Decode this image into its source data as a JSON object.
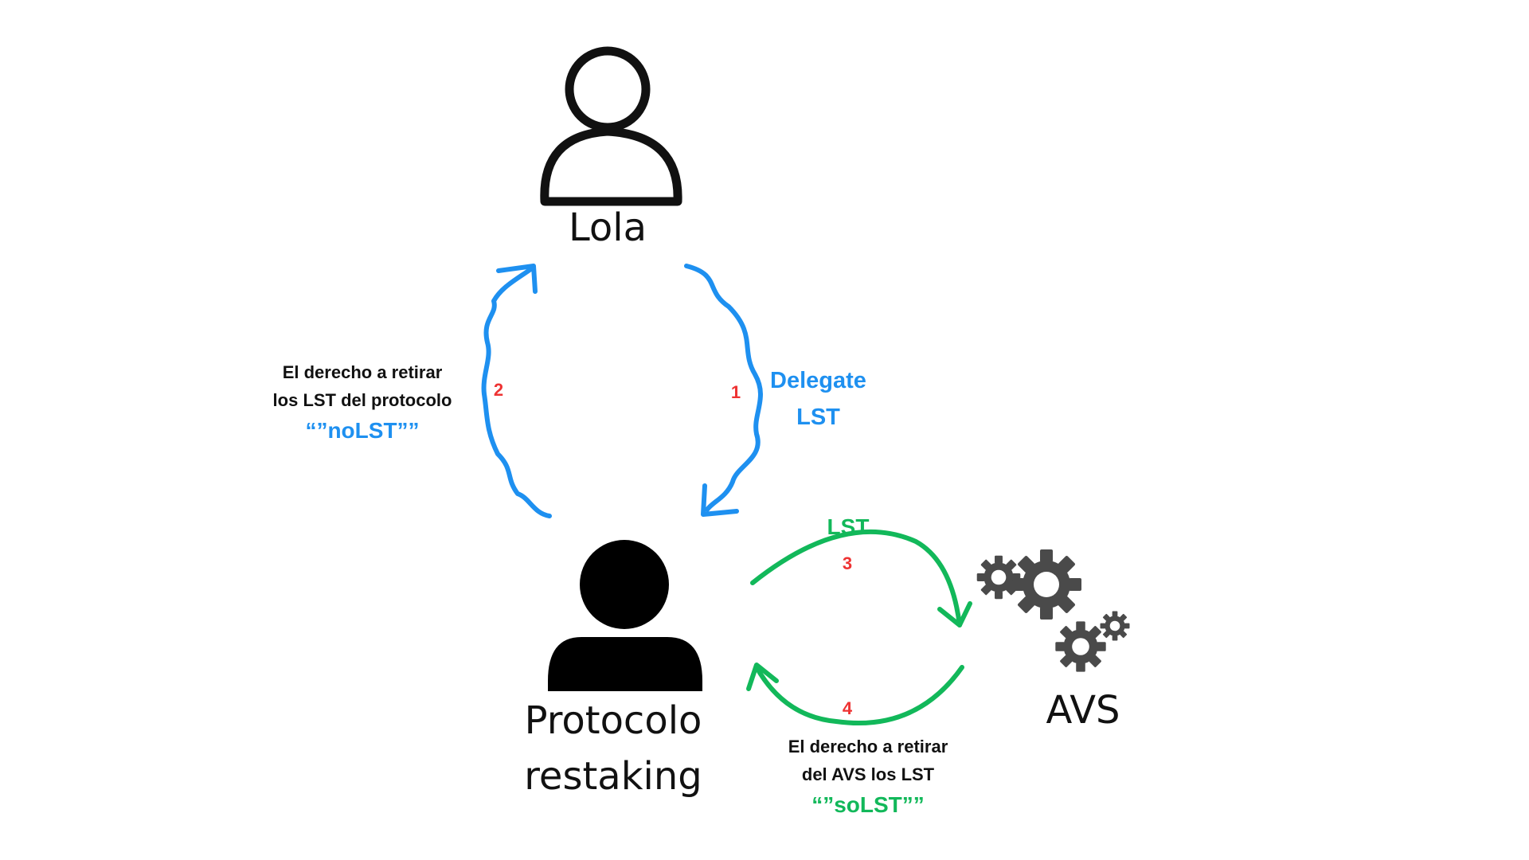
{
  "nodes": {
    "user": {
      "name": "Lola"
    },
    "protocol": {
      "name_line1": "Protocolo",
      "name_line2": "restaking"
    },
    "avs": {
      "name": "AVS"
    }
  },
  "flows": {
    "step1": {
      "number": "1",
      "label_line1": "Delegate",
      "label_line2": "LST"
    },
    "step2": {
      "number": "2",
      "label_line1": "El derecho a retirar",
      "label_line2": "los LST del protocolo",
      "token": "“”noLST””"
    },
    "step3": {
      "number": "3",
      "label": "LST"
    },
    "step4": {
      "number": "4",
      "label_line1": "El derecho a retirar",
      "label_line2": "del AVS los LST",
      "token": "“”soLST””"
    }
  },
  "colors": {
    "blue": "#1e90f0",
    "green": "#12b85a",
    "step_number": "#ee3333",
    "gear": "#4a4a4a",
    "ink": "#111111"
  },
  "icons": {
    "user": "person-outline-icon",
    "protocol": "person-filled-icon",
    "avs": "gears-icon"
  }
}
